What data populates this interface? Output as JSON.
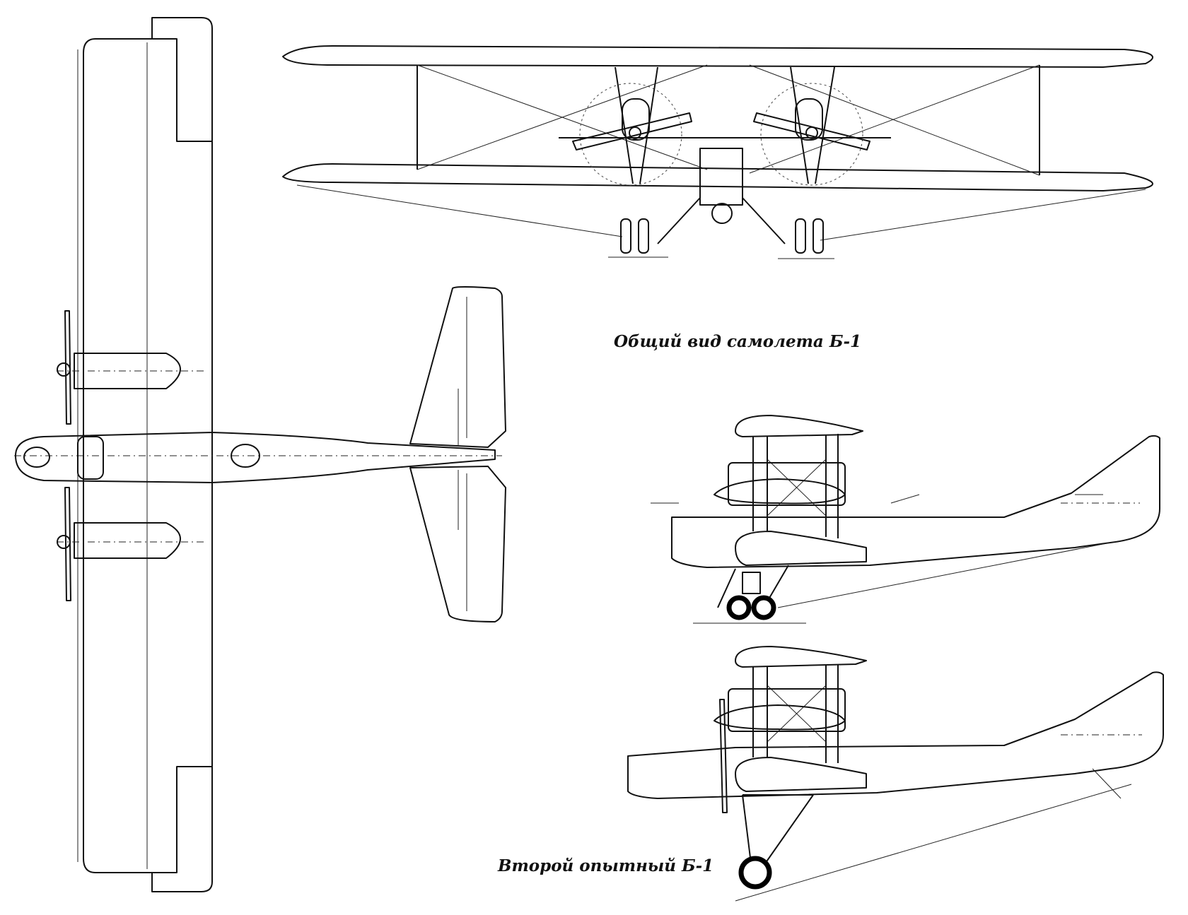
{
  "captions": {
    "general_view": "Общий вид самолета Б-1",
    "second_prototype": "Второй опытный Б-1"
  },
  "views": [
    {
      "name": "top-view"
    },
    {
      "name": "front-view"
    },
    {
      "name": "side-view"
    },
    {
      "name": "second-prototype-side-view"
    }
  ],
  "colors": {
    "line": "#111111",
    "background": "#ffffff"
  }
}
